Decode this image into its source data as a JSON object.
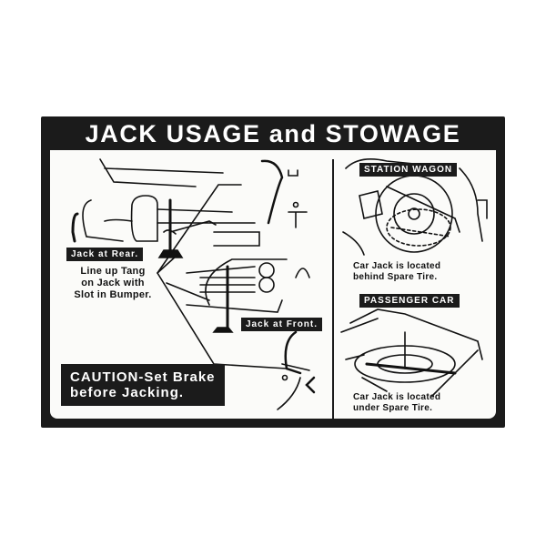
{
  "decal": {
    "title": "JACK USAGE and STOWAGE",
    "left_section": {
      "rear_label": "Jack at Rear.",
      "front_label": "Jack at Front.",
      "instruction_lines": [
        "Line up Tang",
        "on Jack with",
        "Slot in Bumper."
      ],
      "caution_lines": [
        "CAUTION-Set Brake",
        "before Jacking."
      ]
    },
    "right_section": {
      "station_wagon": {
        "heading": "STATION WAGON",
        "note_lines": [
          "Car Jack is located",
          "behind Spare Tire."
        ]
      },
      "passenger_car": {
        "heading": "PASSENGER CAR",
        "note_lines": [
          "Car Jack is located",
          "under Spare Tire."
        ]
      }
    },
    "colors": {
      "frame": "#1b1b1b",
      "panel": "#fbfbf9",
      "text_light": "#ffffff"
    }
  }
}
